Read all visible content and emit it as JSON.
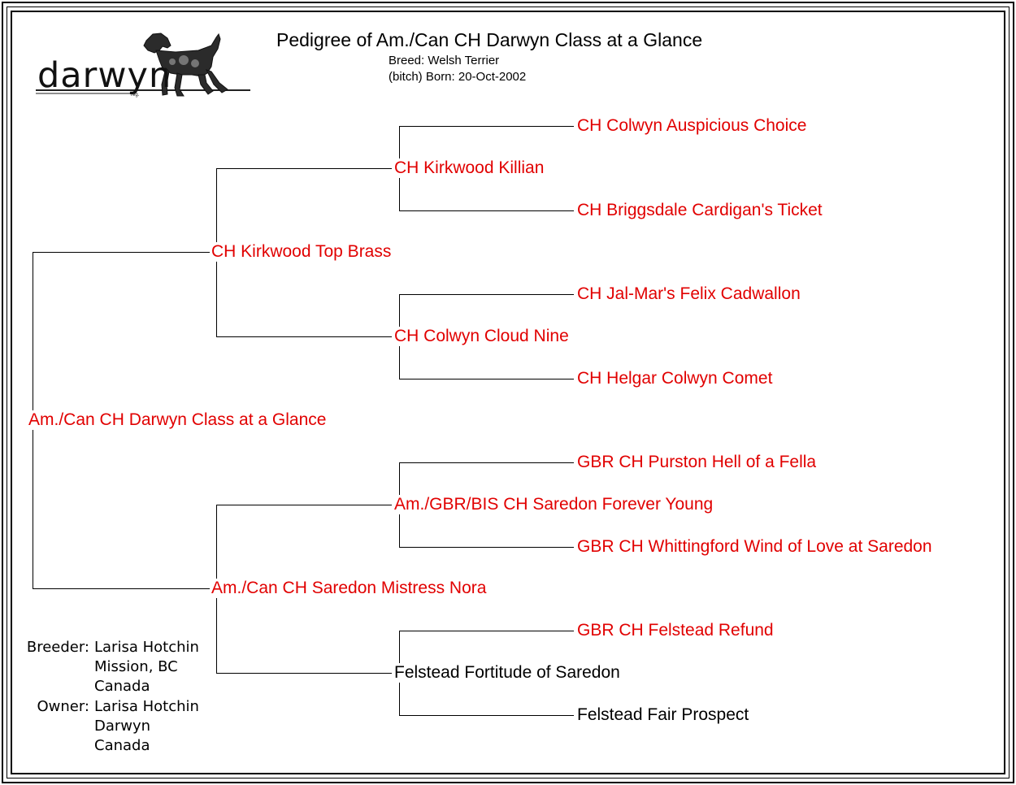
{
  "header": {
    "title": "Pedigree of Am./Can CH Darwyn Class at a Glance",
    "breed_line": "Breed: Welsh Terrier",
    "sex_born_line": "(bitch)  Born: 20-Oct-2002"
  },
  "logo": {
    "wordmark": "darwyn",
    "reg_mark": "reg.",
    "icon": "terrier-dog-icon"
  },
  "colors": {
    "champion_text": "#e10000",
    "plain_text": "#000000",
    "lines": "#000000"
  },
  "pedigree": {
    "subject": {
      "name": "Am./Can CH Darwyn Class at a Glance",
      "champion": true
    },
    "sire": {
      "name": "CH Kirkwood Top Brass",
      "champion": true
    },
    "dam": {
      "name": "Am./Can CH Saredon Mistress Nora",
      "champion": true
    },
    "sire_sire": {
      "name": "CH Kirkwood Killian",
      "champion": true
    },
    "sire_dam": {
      "name": "CH Colwyn Cloud Nine",
      "champion": true
    },
    "dam_sire": {
      "name": "Am./GBR/BIS CH Saredon Forever Young",
      "champion": true
    },
    "dam_dam": {
      "name": "Felstead Fortitude of Saredon",
      "champion": false
    },
    "ss_sire": {
      "name": "CH Colwyn Auspicious Choice",
      "champion": true
    },
    "ss_dam": {
      "name": "CH Briggsdale Cardigan's Ticket",
      "champion": true
    },
    "sd_sire": {
      "name": "CH Jal-Mar's Felix Cadwallon",
      "champion": true
    },
    "sd_dam": {
      "name": "CH Helgar Colwyn Comet",
      "champion": true
    },
    "ds_sire": {
      "name": "GBR CH Purston Hell of a Fella",
      "champion": true
    },
    "ds_dam": {
      "name": "GBR CH Whittingford Wind of Love at Saredon",
      "champion": true
    },
    "dd_sire": {
      "name": "GBR CH Felstead Refund",
      "champion": true
    },
    "dd_dam": {
      "name": "Felstead Fair Prospect",
      "champion": false
    }
  },
  "breeder": {
    "label": "Breeder:",
    "lines": [
      "Larisa Hotchin",
      "Mission, BC",
      "Canada"
    ]
  },
  "owner": {
    "label": "Owner:",
    "lines": [
      "Larisa Hotchin",
      "Darwyn",
      "Canada"
    ]
  }
}
